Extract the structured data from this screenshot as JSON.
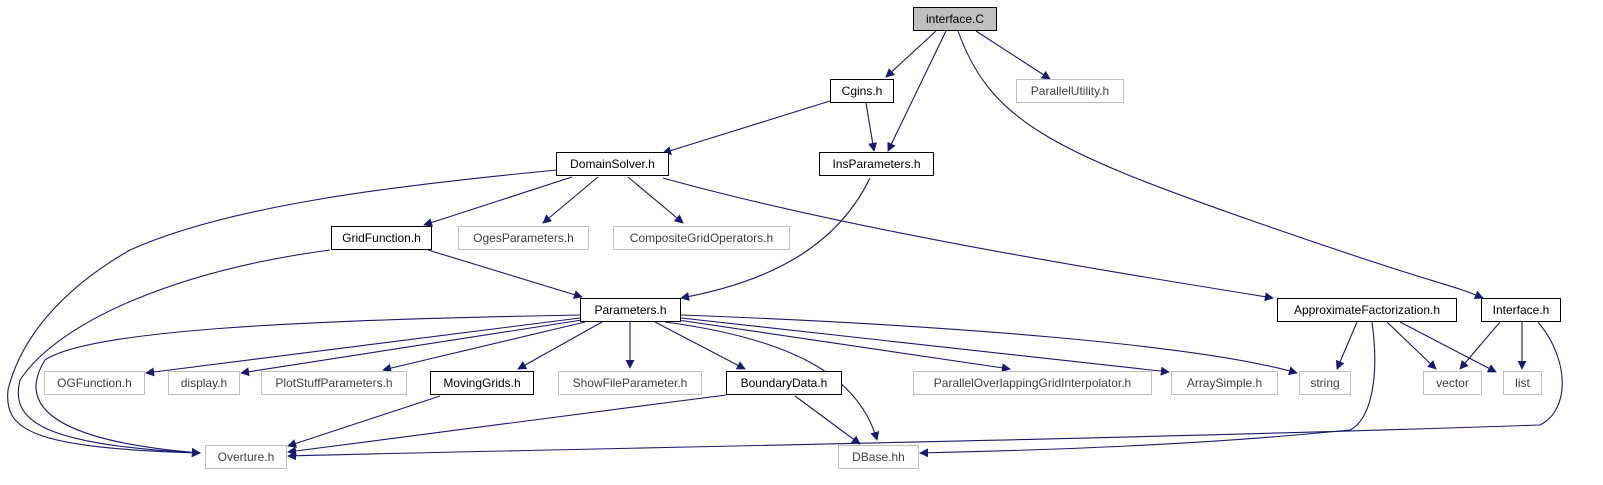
{
  "colors": {
    "edge": "#191970",
    "solid_border": "#000000",
    "light_border": "#bfbfbf",
    "root_fill": "#bfbfbf"
  },
  "nodes": {
    "interface_c": "interface.C",
    "cgins_h": "Cgins.h",
    "parallelutility_h": "ParallelUtility.h",
    "domainsolver_h": "DomainSolver.h",
    "insparameters_h": "InsParameters.h",
    "gridfunction_h": "GridFunction.h",
    "ogesparameters_h": "OgesParameters.h",
    "compositegridoperators_h": "CompositeGridOperators.h",
    "parameters_h": "Parameters.h",
    "approximatefactorization_h": "ApproximateFactorization.h",
    "interface_h": "Interface.h",
    "ogfunction_h": "OGFunction.h",
    "display_h": "display.h",
    "plotstuffparameters_h": "PlotStuffParameters.h",
    "movinggrids_h": "MovingGrids.h",
    "showfileparameter_h": "ShowFileParameter.h",
    "boundarydata_h": "BoundaryData.h",
    "paralleloverlappinggridinterpolator_h": "ParallelOverlappingGridInterpolator.h",
    "arraysimple_h": "ArraySimple.h",
    "string": "string",
    "vector": "vector",
    "list": "list",
    "overture_h": "Overture.h",
    "dbase_hh": "DBase.hh"
  }
}
